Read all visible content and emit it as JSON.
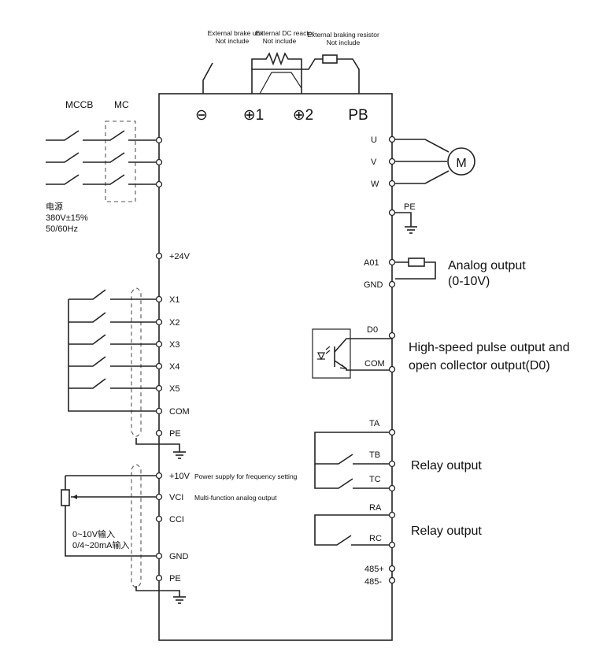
{
  "top": {
    "brake_unit": {
      "title": "External brake unit",
      "note": "Not include"
    },
    "dc_reactor": {
      "title": "External DC reactor",
      "note": "Not include"
    },
    "brake_resistor": {
      "title": "External braking resistor",
      "note": "Not include"
    },
    "terminals": {
      "minus": "⊖",
      "p1": "⊕1",
      "p2": "⊕2",
      "pb": "PB"
    }
  },
  "power_input": {
    "mccb": "MCCB",
    "mc": "MC",
    "label_cn": "电源",
    "voltage": "380V±15%",
    "frequency": "50/60Hz"
  },
  "left_terminals": {
    "v24": "+24V",
    "x1": "X1",
    "x2": "X2",
    "x3": "X3",
    "x4": "X4",
    "x5": "X5",
    "com": "COM",
    "pe1": "PE",
    "v10": "+10V",
    "v10_desc": "Power supply for frequency setting",
    "vci": "VCI",
    "vci_desc": "Multi-function analog output",
    "cci": "CCI",
    "gnd": "GND",
    "pe2": "PE",
    "input_range_1": "0~10V输入",
    "input_range_2": "0/4~20mA输入"
  },
  "right_terminals": {
    "u": "U",
    "v": "V",
    "w": "W",
    "motor": "M",
    "pe": "PE",
    "a01": "A01",
    "gnd": "GND",
    "analog_output_1": "Analog output",
    "analog_output_2": "(0-10V)",
    "d0": "D0",
    "com": "COM",
    "pulse_output_1": "High-speed pulse output and",
    "pulse_output_2": "open collector output(D0)",
    "ta": "TA",
    "tb": "TB",
    "tc": "TC",
    "relay_output_1": "Relay output",
    "ra": "RA",
    "rc": "RC",
    "relay_output_2": "Relay output",
    "rs485_plus": "485+",
    "rs485_minus": "485-"
  }
}
